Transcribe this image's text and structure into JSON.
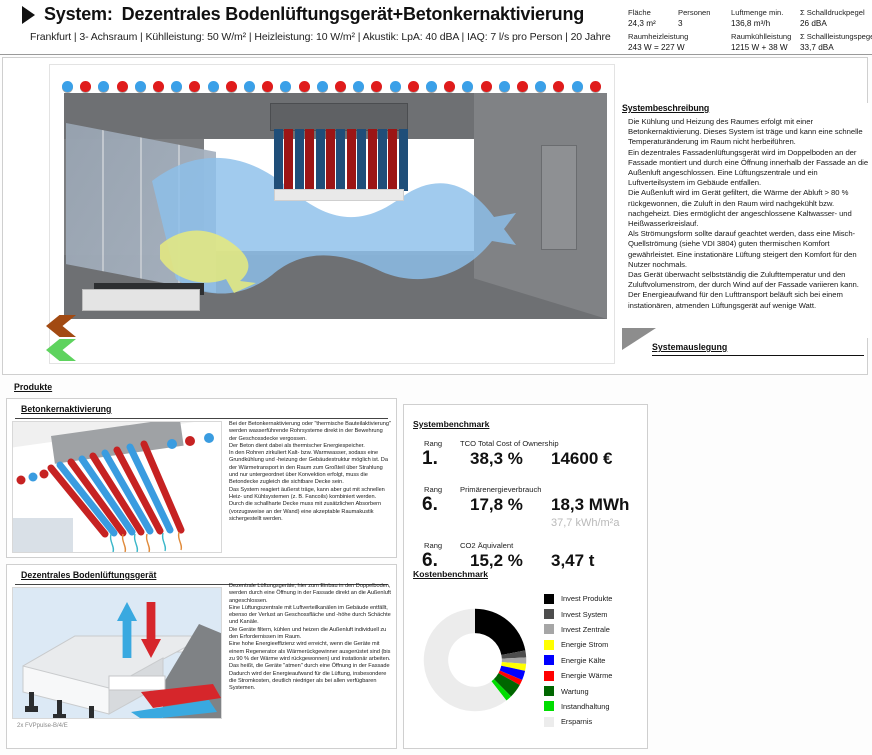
{
  "header": {
    "label": "System:",
    "title": "Dezentrales Bodenlüftungsgerät+Betonkernaktivierung",
    "subtitle": "Frankfurt | 3- Achsraum | Kühlleistung: 50 W/m² | Heizleistung: 10 W/m² | Akustik: LpA: 40 dBA  | IAQ: 7  l/s pro Person |  20 Jahre",
    "stats": [
      {
        "label": "Fläche",
        "value": "24,3 m²"
      },
      {
        "label": "Personen",
        "value": "3"
      },
      {
        "label": "Luftmenge min.",
        "value": "136,8 m³/h"
      },
      {
        "label": "Σ Schalldruckpegel",
        "value": "26 dBA"
      },
      {
        "label": "Raumheizleistung",
        "value": "243 W = 227 W"
      },
      {
        "label": "Raumkühlleistung",
        "value": "1215 W + 38 W"
      },
      {
        "label": "Σ Schallleistungspegel",
        "value": "33,7 dBA"
      }
    ]
  },
  "description": {
    "title": "Systembeschreibung",
    "paragraphs": [
      "Die Kühlung und Heizung des Raumes erfolgt mit einer Betonkernaktivierung. Dieses System ist träge und kann eine schnelle Temperaturänderung im Raum nicht herbeiführen.",
      "Ein dezentrales Fassadenlüftungsgerät wird im Doppelboden an der Fassade montiert und durch eine Öffnung innerhalb der Fassade an die Außenluft angeschlossen. Eine Lüftungszentrale und ein Luftverteilsystem im Gebäude entfallen.",
      "Die Außenluft wird im Gerät gefiltert, die Wärme der Abluft > 80 % rückgewonnen, die Zuluft in den Raum wird nachgekühlt bzw. nachgeheizt. Dies ermöglicht der angeschlossene Kaltwasser- und Heißwasserkreislauf.",
      "Als Strömungsform sollte darauf geachtet werden, dass eine Misch-Quellströmung (siehe VDI 3804) guten thermischen Komfort gewährleistet. Eine instationäre Lüftung steigert den Komfort für den Nutzer nochmals.",
      "Das Gerät überwacht selbstständig die Zulufttemperatur und den Zuluftvolumenstrom, der durch Wind auf der Fassade variieren kann. Der Energieaufwand für den Lufttransport beläuft sich bei einem instationären, atmenden Lüftungsgerät auf wenige Watt."
    ]
  },
  "systemauslegung_label": "Systemauslegung",
  "produkte_label": "Produkte",
  "products": [
    {
      "title": "Betonkernaktivierung",
      "text": "Bei der Betonkernaktivierung oder \"thermische Bauteilaktivierung\" werden wasserführende Rohrsysteme direkt in der Bewehrung der Geschossdecke vergossen.\nDer Beton dient dabei als thermischer Energiespeicher.\nIn den Rohren zirkuliert Kalt- bzw. Warmwasser, sodass eine Grundkühlung und -heizung der Gebäudestruktur möglich ist. Da der Wärmetransport in den Raum zum Großteil über Strahlung und nur untergeordnet über Konvektion erfolgt, muss die Betondecke zugleich die sichtbare Decke sein.\nDas System reagiert äußerst träge, kann aber gut mit schnellen Heiz- und Kühlsystemen (z. B. Fancoils) kombiniert werden.\nDurch die schallharte Decke muss mit zusätzlichen Absorbern (vorzugsweise an der Wand) eine akzeptable Raumakustik sichergestellt werden."
    },
    {
      "title": "Dezentrales Bodenlüftungsgerät",
      "caption": "2x FVPpulse-B/4/E",
      "text": "Dezentrale Lüftungsgeräte, hier zum Einbau in den Doppelboden, werden durch eine Öffnung in der Fassade direkt an die Außenluft angeschlossen.\nEine Lüftungszentrale mit Luftverteilkanälen im Gebäude entfällt, ebenso der Verlust an Geschossfläche und -höhe durch Schächte und Kanäle.\nDie Geräte filtern, kühlen und heizen die Außenluft individuell zu den Erfordernissen im Raum.\nEine hohe Energieeffizienz wird erreicht, wenn die Geräte mit einem Regenerator als Wärmerückgewinner ausgerüstet sind (bis zu 90 % der Wärme wird rückgewonnen) und instationär arbeiten.\nDas heißt, die Geräte \"atmen\" durch eine Öffnung in der Fassade\nDadurch wird der Energieaufwand für die Lüftung, insbesondere die Stromkosten, deutlich niedriger als bei allen verfügbaren Systemen."
    }
  ],
  "benchmark": {
    "title": "Systembenchmark",
    "rang_label": "Rang",
    "rows": [
      {
        "rank": "1.",
        "metric": "TCO Total Cost of Ownership",
        "percent": "38,3 %",
        "absolute": "14600 €",
        "sub": ""
      },
      {
        "rank": "6.",
        "metric": "Primärenergieverbrauch",
        "percent": "17,8 %",
        "absolute": "18,3 MWh",
        "sub": "37,7 kWh/m²a"
      },
      {
        "rank": "6.",
        "metric": "CO2 Äquivalent",
        "percent": "15,2 %",
        "absolute": "3,47 t",
        "sub": ""
      }
    ]
  },
  "chart_data": {
    "type": "pie",
    "title": "Kostenbenchmark",
    "legend_position": "right",
    "categories": [
      "Invest Produkte",
      "Invest System",
      "Invest Zentrale",
      "Energie Strom",
      "Energie Kälte",
      "Energie Wärme",
      "Wartung",
      "Instandhaltung",
      "Ersparnis"
    ],
    "colors": [
      "#000000",
      "#4d4d4d",
      "#a6a6a6",
      "#ffff00",
      "#0000ff",
      "#ff0000",
      "#006600",
      "#00dd00",
      "#ececec"
    ],
    "values": [
      22.0,
      2.2,
      2.0,
      2.2,
      3.0,
      1.7,
      4.5,
      1.9,
      60.5
    ]
  }
}
